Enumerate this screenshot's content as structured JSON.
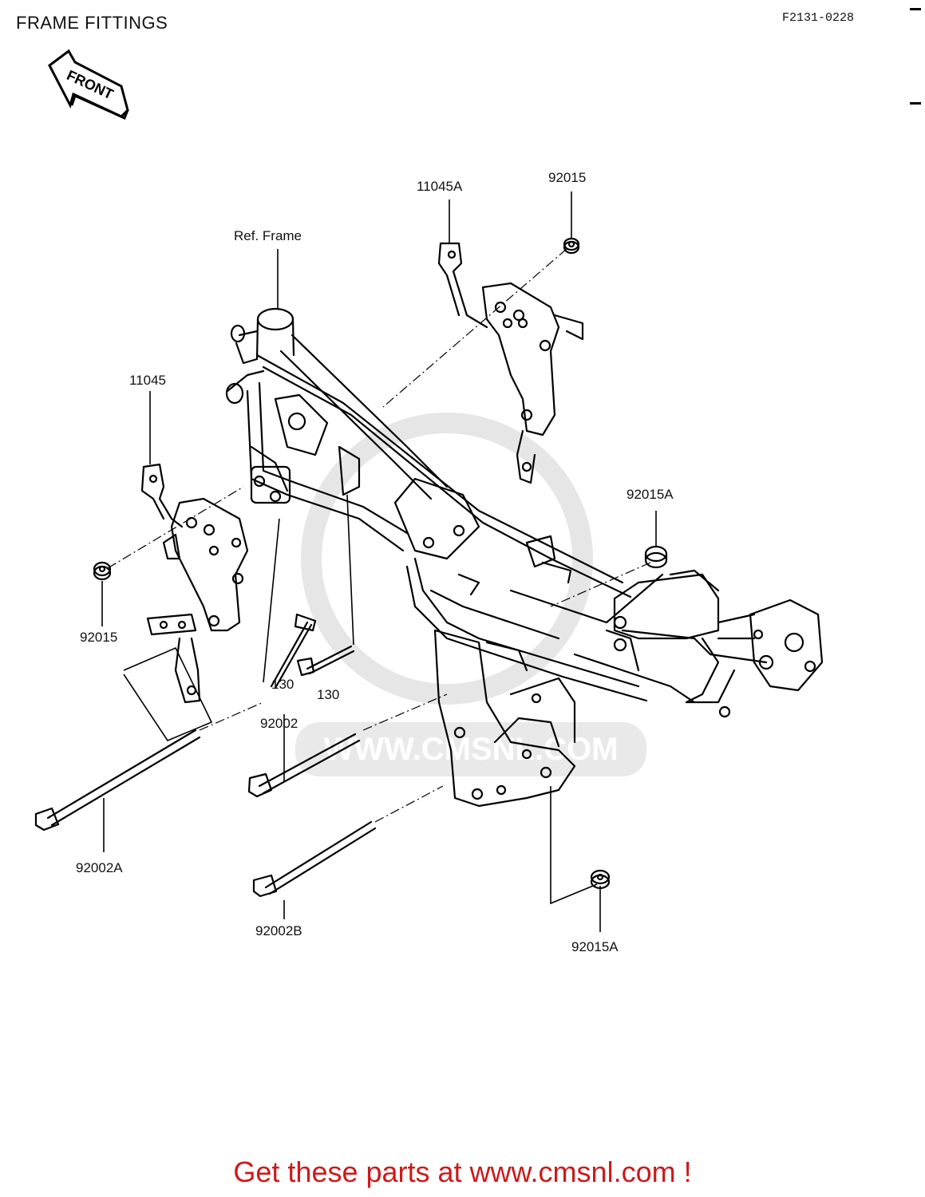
{
  "header": {
    "title": "FRAME FITTINGS",
    "diagram_code": "F2131-0228"
  },
  "front_arrow": {
    "label": "FRONT"
  },
  "callouts": {
    "ref_frame": "Ref. Frame",
    "p11045A": "11045A",
    "p92015_top": "92015",
    "p11045": "11045",
    "p92015_left": "92015",
    "p92015A_right": "92015A",
    "p130_a": "130",
    "p130_b": "130",
    "p92002": "92002",
    "p92002A": "92002A",
    "p92002B": "92002B",
    "p92015A_bottom": "92015A"
  },
  "watermark": {
    "text": "WWW.CMSNL.COM"
  },
  "footer": {
    "text": "Get these parts at www.cmsnl.com !"
  }
}
